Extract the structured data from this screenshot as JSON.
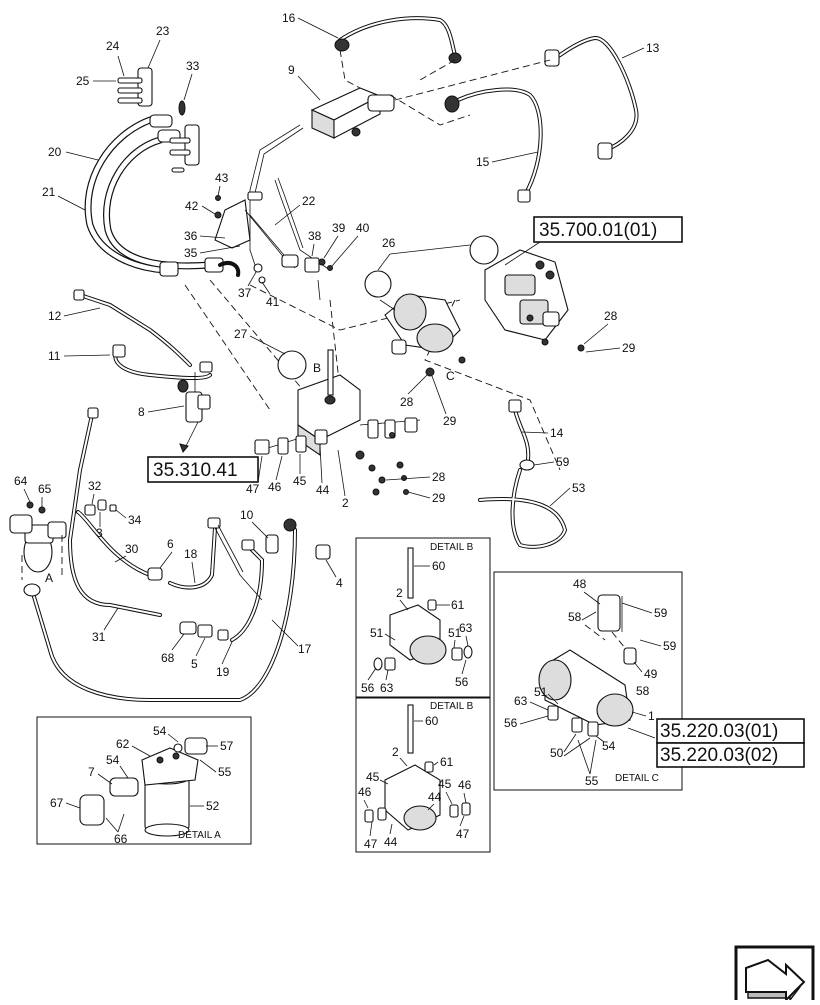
{
  "refs": {
    "r1": "35.700.01(01)",
    "r2": "35.310.41",
    "r3": "35.220.03(01)",
    "r4": "35.220.03(02)"
  },
  "details": {
    "a": "DETAIL A",
    "b1": "DETAIL B",
    "b2": "DETAIL B",
    "c": "DETAIL C"
  },
  "letters": {
    "a": "A",
    "b": "B",
    "c": "C"
  },
  "callouts": {
    "n16": "16",
    "n13": "13",
    "n9": "9",
    "n15": "15",
    "n23": "23",
    "n24": "24",
    "n25": "25",
    "n33": "33",
    "n20": "20",
    "n21": "21",
    "n43": "43",
    "n42": "42",
    "n22": "22",
    "n36": "36",
    "n35": "35",
    "n38": "38",
    "n39": "39",
    "n40": "40",
    "n37": "37",
    "n41": "41",
    "n26": "26",
    "n28a": "28",
    "n29a": "29",
    "n12": "12",
    "n27": "27",
    "n11": "11",
    "n8": "8",
    "n28b": "28",
    "n29b": "29",
    "n14": "14",
    "n59": "59",
    "n53": "53",
    "n28c": "28",
    "n29c": "29",
    "n47": "47",
    "n46": "46",
    "n45": "45",
    "n44": "44",
    "n2": "2",
    "n64": "64",
    "n65": "65",
    "n32": "32",
    "n3": "3",
    "n34": "34",
    "n6": "6",
    "n30": "30",
    "n18": "18",
    "n10": "10",
    "n4": "4",
    "n31": "31",
    "n68": "68",
    "n5": "5",
    "n19": "19",
    "n17": "17",
    "b1_60": "60",
    "b1_2": "2",
    "b1_61": "61",
    "b1_51a": "51",
    "b1_51b": "51",
    "b1_63a": "63",
    "b1_63b": "63",
    "b1_56a": "56",
    "b1_56b": "56",
    "b2_60": "60",
    "b2_2": "2",
    "b2_61": "61",
    "b2_45a": "45",
    "b2_45b": "45",
    "b2_46a": "46",
    "b2_46b": "46",
    "b2_44": "44",
    "b2_47a": "47",
    "b2_47b": "47",
    "c_48": "48",
    "c_58a": "58",
    "c_59a": "59",
    "c_59b": "59",
    "c_49": "49",
    "c_58b": "58",
    "c_63": "63",
    "c_51": "51",
    "c_56": "56",
    "c_50": "50",
    "c_54": "54",
    "c_55": "55",
    "c_1": "1",
    "a_54a": "54",
    "a_62": "62",
    "a_57": "57",
    "a_7": "7",
    "a_54b": "54",
    "a_55": "55",
    "a_67": "67",
    "a_52": "52",
    "a_66": "66"
  }
}
